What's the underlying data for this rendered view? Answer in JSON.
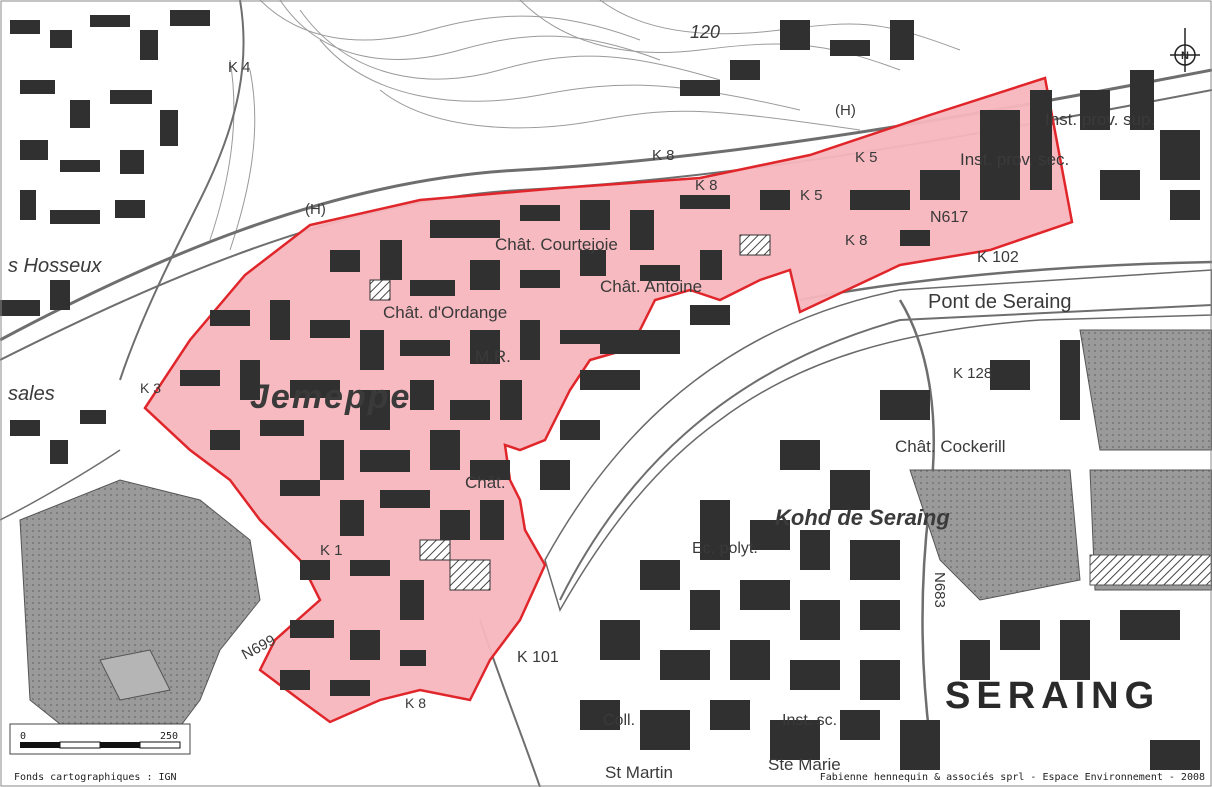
{
  "map": {
    "north_symbol": "N",
    "contour_label": "120",
    "area_name": "Jemeppe",
    "town_name": "SERAING",
    "labels": {
      "hosseux": "s Hosseux",
      "sales": "sales",
      "prov_sup": "Inst. prov. sup.",
      "inst_sec": "Inst. prov. sec.",
      "chat_courtejoie": "Chât. Courtejoie",
      "chat_antoine": "Chât. Antoine",
      "chat_ordange": "Chât. d'Ordange",
      "mr": "M.R.",
      "chat_lower": "Chât.",
      "pont": "Pont de Seraing",
      "chat_cockerill": "Chât. Cockerill",
      "kohd_seraing": "Kohd de Seraing",
      "ec_polyt": "Ec. polyt.",
      "coll": "Coll.",
      "inst_sc": "Inst. sc.",
      "ste_marie": "Ste Marie",
      "st_martin": "St Martin",
      "hh1": "(H)",
      "hh2": "(H)"
    },
    "roads": {
      "k4": "K 4",
      "k8a": "K 8",
      "k8b": "K 8",
      "k8c": "K 8",
      "k8d": "K 8",
      "k5a": "K 5",
      "k5b": "K 5",
      "k102": "K 102",
      "k128": "K 128",
      "k101": "K 101",
      "k1": "K 1",
      "k3": "K 3",
      "n617": "N617",
      "n699": "N699",
      "n683": "N683"
    },
    "scale": {
      "min": "0",
      "mid": "250"
    },
    "credits": {
      "left": "Fonds cartographiques : IGN",
      "right": "Fabienne hennequin & associés sprl - Espace Environnement - 2008"
    },
    "colors": {
      "highlight_fill": "#f7b6bd",
      "highlight_stroke": "#e0262a",
      "building": "#303030",
      "road": "#7a7a7a",
      "industrial": "#8c8c8c"
    }
  }
}
